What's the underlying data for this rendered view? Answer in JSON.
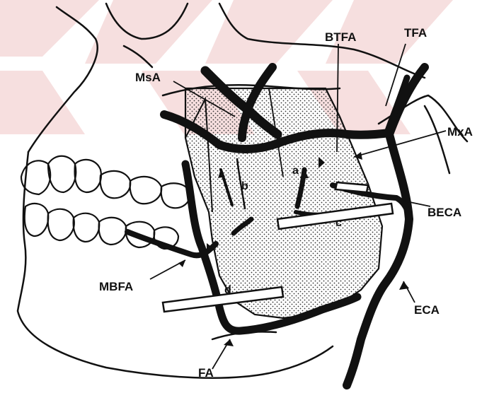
{
  "diagram": {
    "vessel_labels": {
      "btfa": "BTFA",
      "tfa": "TFA",
      "msa": "MsA",
      "mxa": "MxA",
      "beca": "BECA",
      "mbfa": "MBFA",
      "eca": "ECA",
      "fa": "FA"
    },
    "point_labels": {
      "a": "a",
      "b": "b",
      "c": "c",
      "d": "d"
    },
    "colors": {
      "ink": "#111111",
      "watermark": "#f6dcdc",
      "stipple_dot": "#333333",
      "ligature_fill": "#ffffff"
    }
  }
}
